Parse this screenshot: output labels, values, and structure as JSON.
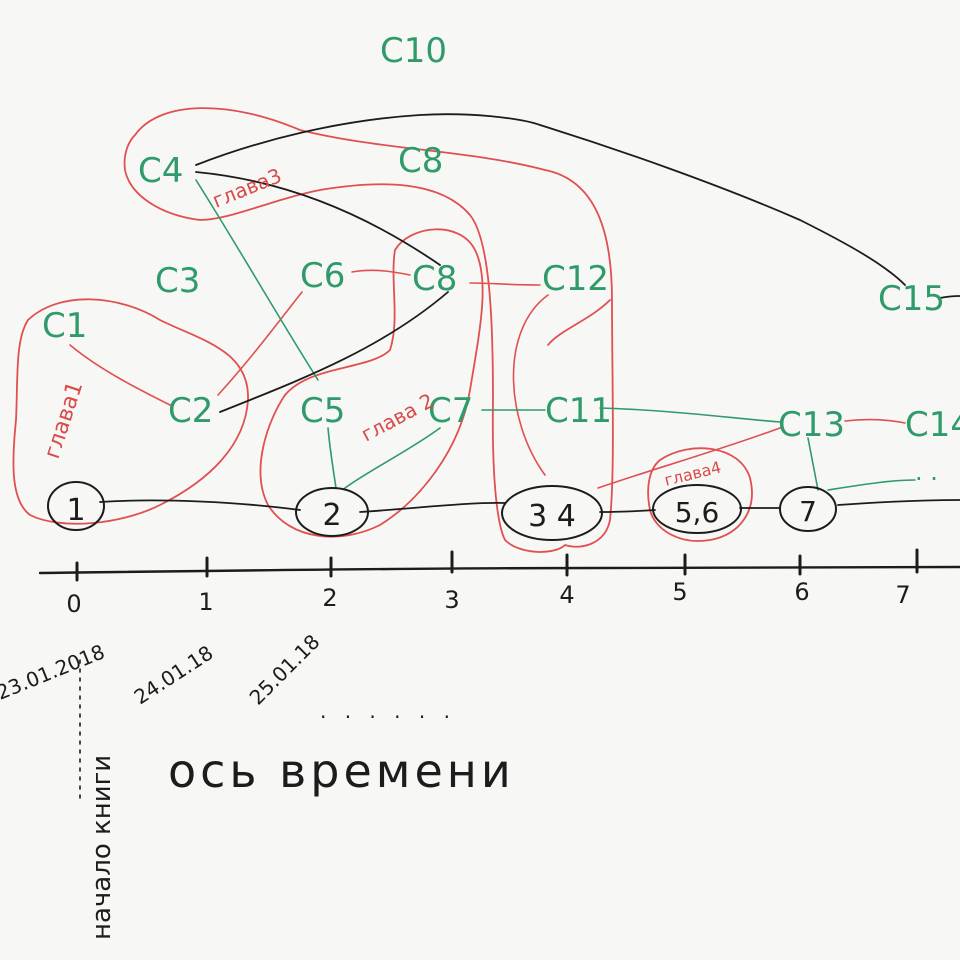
{
  "colors": {
    "ink": "#1c1c1c",
    "green": "#2f9a6a",
    "red": "#e05050",
    "paper": "#f7f7f5"
  },
  "scenes": [
    {
      "id": "c1",
      "label": "C1"
    },
    {
      "id": "c2",
      "label": "C2"
    },
    {
      "id": "c3",
      "label": "C3"
    },
    {
      "id": "c4",
      "label": "C4"
    },
    {
      "id": "c5",
      "label": "C5"
    },
    {
      "id": "c6",
      "label": "C6"
    },
    {
      "id": "c7",
      "label": "C7"
    },
    {
      "id": "c8",
      "label": "C8"
    },
    {
      "id": "c9",
      "label": "C8"
    },
    {
      "id": "c10",
      "label": "C10"
    },
    {
      "id": "c11",
      "label": "C11"
    },
    {
      "id": "c12",
      "label": "C12"
    },
    {
      "id": "c13",
      "label": "C13"
    },
    {
      "id": "c14",
      "label": "C14"
    },
    {
      "id": "c15",
      "label": "C15"
    },
    {
      "id": "dots",
      "label": ". ."
    }
  ],
  "events": [
    {
      "id": "e1",
      "label": "1"
    },
    {
      "id": "e2",
      "label": "2"
    },
    {
      "id": "e34",
      "label": "3 4"
    },
    {
      "id": "e56",
      "label": "5,6"
    },
    {
      "id": "e7",
      "label": "7"
    }
  ],
  "chapters": [
    {
      "id": "ch1",
      "label": "глава1"
    },
    {
      "id": "ch2",
      "label": "глава 2"
    },
    {
      "id": "ch3",
      "label": "глава3"
    },
    {
      "id": "ch4",
      "label": "глава4"
    }
  ],
  "axis": {
    "ticks": [
      "0",
      "1",
      "2",
      "3",
      "4",
      "5",
      "6",
      "7"
    ],
    "dates": [
      "23.01.2018",
      "24.01.18",
      "25.01.18"
    ],
    "ellipsis": ". . . . . .",
    "title": "ось времени",
    "start_label": "начало книги"
  }
}
